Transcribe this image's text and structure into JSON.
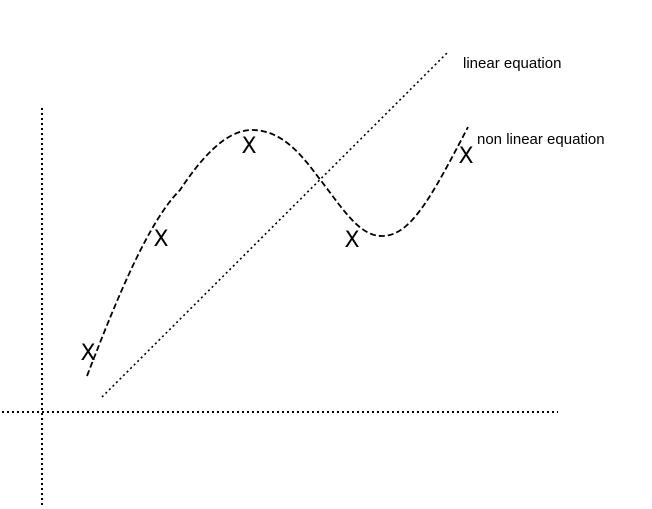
{
  "labels": {
    "linear": "linear equation",
    "nonlinear": "non linear equation"
  },
  "marker_glyph": "X",
  "colors": {
    "ink": "#000000",
    "background": "#ffffff"
  }
}
